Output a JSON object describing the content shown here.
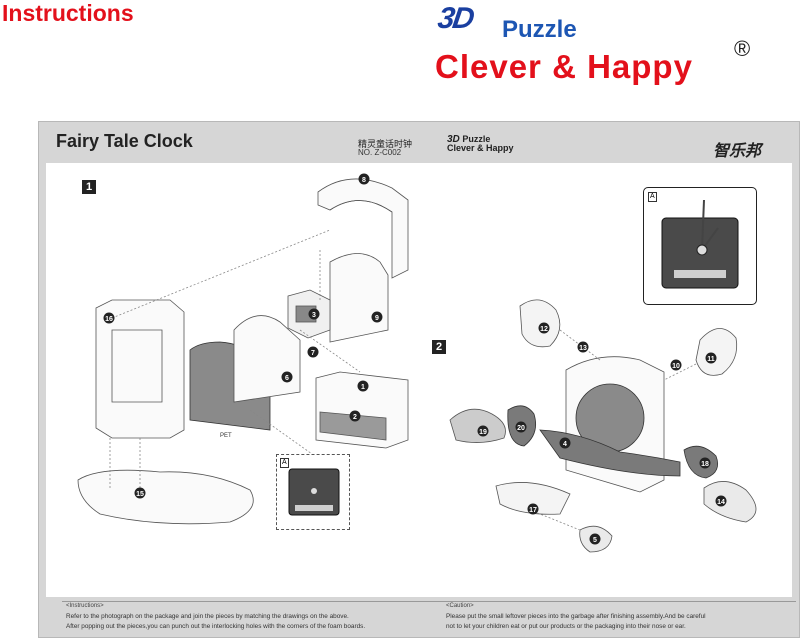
{
  "header": {
    "title": "Instructions",
    "logo_3d": "3D",
    "logo_puzzle": "Puzzle",
    "logo_brand": "Clever & Happy",
    "logo_reg": "®"
  },
  "sheet": {
    "title": "Fairy Tale Clock",
    "cn_title": "精灵童话时钟",
    "product_no": "NO. Z-C002",
    "mini_logo_3d": "3D",
    "mini_logo_puzzle": "Puzzle",
    "mini_logo_brand": "Clever & Happy",
    "cn_brand": "智乐邦"
  },
  "steps": [
    {
      "label": "1"
    },
    {
      "label": "2"
    }
  ],
  "inset_labels": {
    "a": "A",
    "b": "A"
  },
  "pet_label": "PET",
  "part_numbers": {
    "step1": [
      "8",
      "16",
      "3",
      "9",
      "7",
      "6",
      "1",
      "2",
      "15"
    ],
    "step2": [
      "12",
      "13",
      "10",
      "11",
      "4",
      "19",
      "20",
      "18",
      "14",
      "17",
      "5"
    ]
  },
  "footer": {
    "instructions_head": "<Instructions>",
    "instructions_lines": [
      "Refer to the photograph on the package and join the pieces by matching the drawings on the above.",
      "After popping out the pieces,you can punch out the interlocking holes with the corners of the foam boards."
    ],
    "caution_head": "<Caution>",
    "caution_lines": [
      "Please put the small leftover pieces into the garbage after finishing assembly.And be careful",
      "not to let your children eat or put our products or the packaging into their nose or ear."
    ]
  }
}
